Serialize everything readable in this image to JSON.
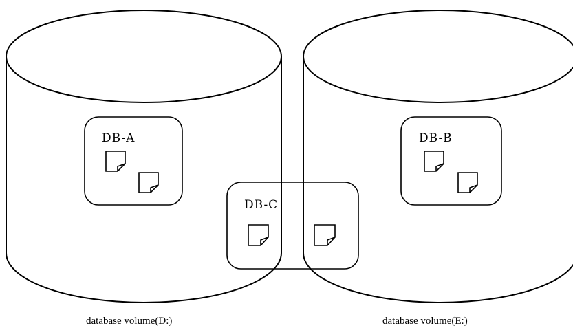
{
  "volumes": [
    {
      "caption": "database volume(D:)"
    },
    {
      "caption": "database volume(E:)"
    }
  ],
  "databases": [
    {
      "label": "DB-A"
    },
    {
      "label": "DB-B"
    },
    {
      "label": "DB-C"
    }
  ]
}
